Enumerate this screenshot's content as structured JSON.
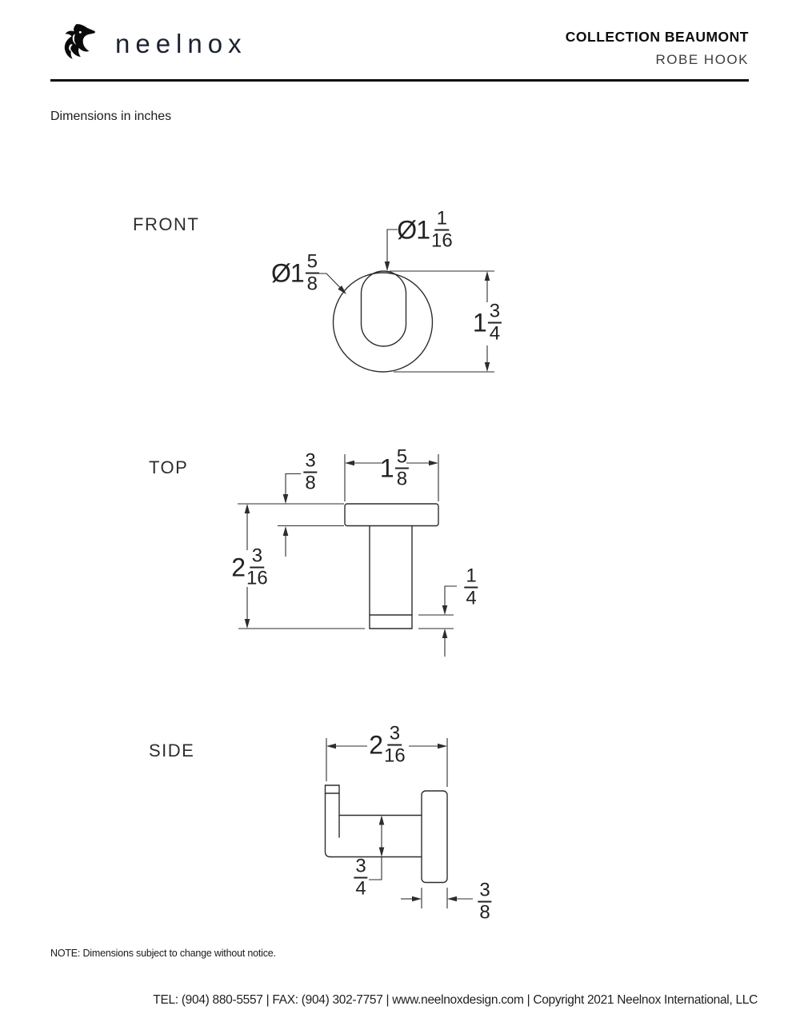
{
  "header": {
    "brand": "neelnox",
    "logo_icon": "horse-head-icon",
    "collection": "COLLECTION BEAUMONT",
    "product": "ROBE HOOK"
  },
  "subtitle": "Dimensions in inches",
  "views": {
    "front": {
      "label": "FRONT",
      "dims": {
        "hook_diameter": {
          "prefix": "Ø1",
          "num": "1",
          "den": "16"
        },
        "outer_diameter": {
          "prefix": "Ø1",
          "num": "5",
          "den": "8"
        },
        "height": {
          "prefix": "1",
          "num": "3",
          "den": "4"
        }
      }
    },
    "top": {
      "label": "TOP",
      "dims": {
        "width": {
          "prefix": "1",
          "num": "5",
          "den": "8"
        },
        "plate_thickness": {
          "prefix": "",
          "num": "3",
          "den": "8"
        },
        "projection": {
          "prefix": "2",
          "num": "3",
          "den": "16"
        },
        "tip_length": {
          "prefix": "",
          "num": "1",
          "den": "4"
        }
      }
    },
    "side": {
      "label": "SIDE",
      "dims": {
        "projection": {
          "prefix": "2",
          "num": "3",
          "den": "16"
        },
        "arm_height": {
          "prefix": "",
          "num": "3",
          "den": "4"
        },
        "flange_thickness": {
          "prefix": "",
          "num": "3",
          "den": "8"
        }
      }
    }
  },
  "note": "NOTE: Dimensions subject to change without notice.",
  "footer": "TEL: (904) 880-5557 | FAX: (904) 302-7757 | www.neelnoxdesign.com | Copyright 2021 Neelnox International, LLC",
  "colors": {
    "line": "#2d2d2d",
    "text": "#1f1f1f",
    "brand": "#1c2230"
  }
}
